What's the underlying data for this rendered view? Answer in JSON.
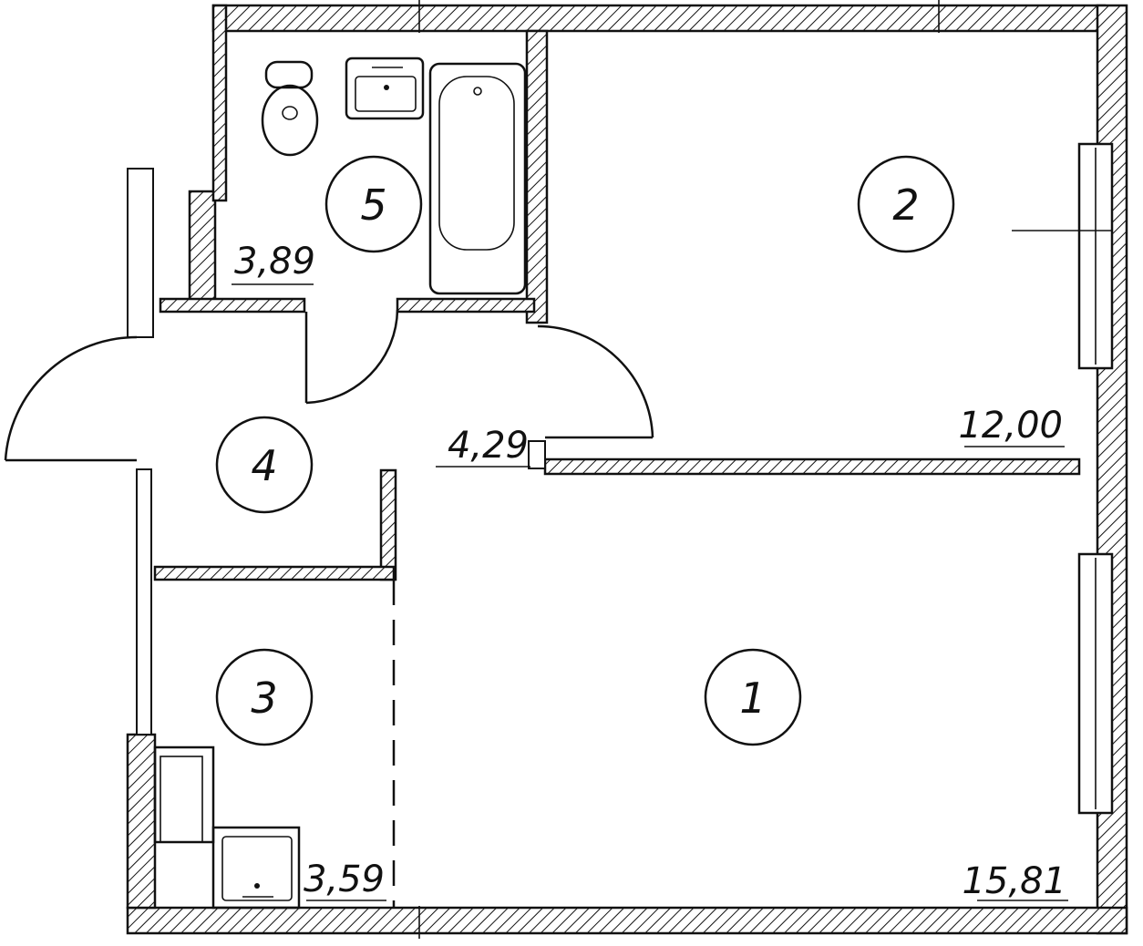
{
  "rooms": [
    {
      "id": "1",
      "area": "15,81"
    },
    {
      "id": "2",
      "area": "12,00"
    },
    {
      "id": "3",
      "area": "3,59"
    },
    {
      "id": "4",
      "area": "4,29"
    },
    {
      "id": "5",
      "area": "3,89"
    }
  ],
  "colors": {
    "ink": "#111111",
    "paper": "#ffffff"
  },
  "fixtures": [
    "toilet-icon",
    "sink-icon",
    "bathtub-icon",
    "stove-icon",
    "kitchen-sink-icon",
    "window-icon",
    "door-icon"
  ]
}
